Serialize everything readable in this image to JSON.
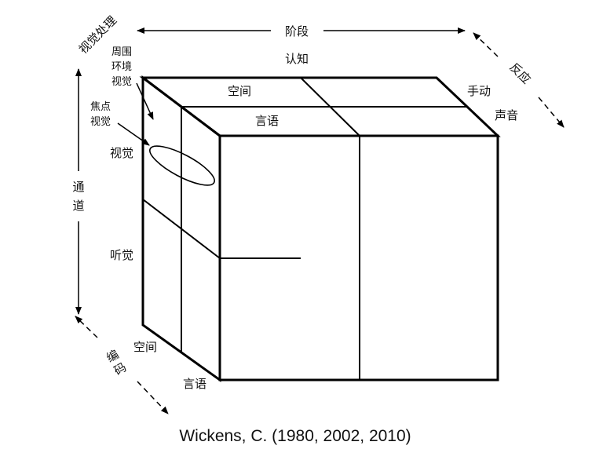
{
  "axes": {
    "stages": "阶段",
    "channels": "通道",
    "codes": "编码",
    "responses": "反应",
    "visual_processing": "视觉处理"
  },
  "stage_labels": {
    "cognition": "认知"
  },
  "top_face": {
    "spatial": "空间",
    "verbal": "言语"
  },
  "response_labels": {
    "manual": "手动",
    "vocal": "声音"
  },
  "channel_labels": {
    "visual": "视觉",
    "auditory": "听觉"
  },
  "visual_processing_labels": {
    "ambient": "周围\n环境\n视觉",
    "focal": "焦点\n视觉"
  },
  "code_labels": {
    "spatial": "空间",
    "verbal": "言语"
  },
  "caption": "Wickens, C. (1980, 2002, 2010)",
  "colors": {
    "line": "#000000",
    "text": "#111111",
    "background": "#ffffff"
  }
}
